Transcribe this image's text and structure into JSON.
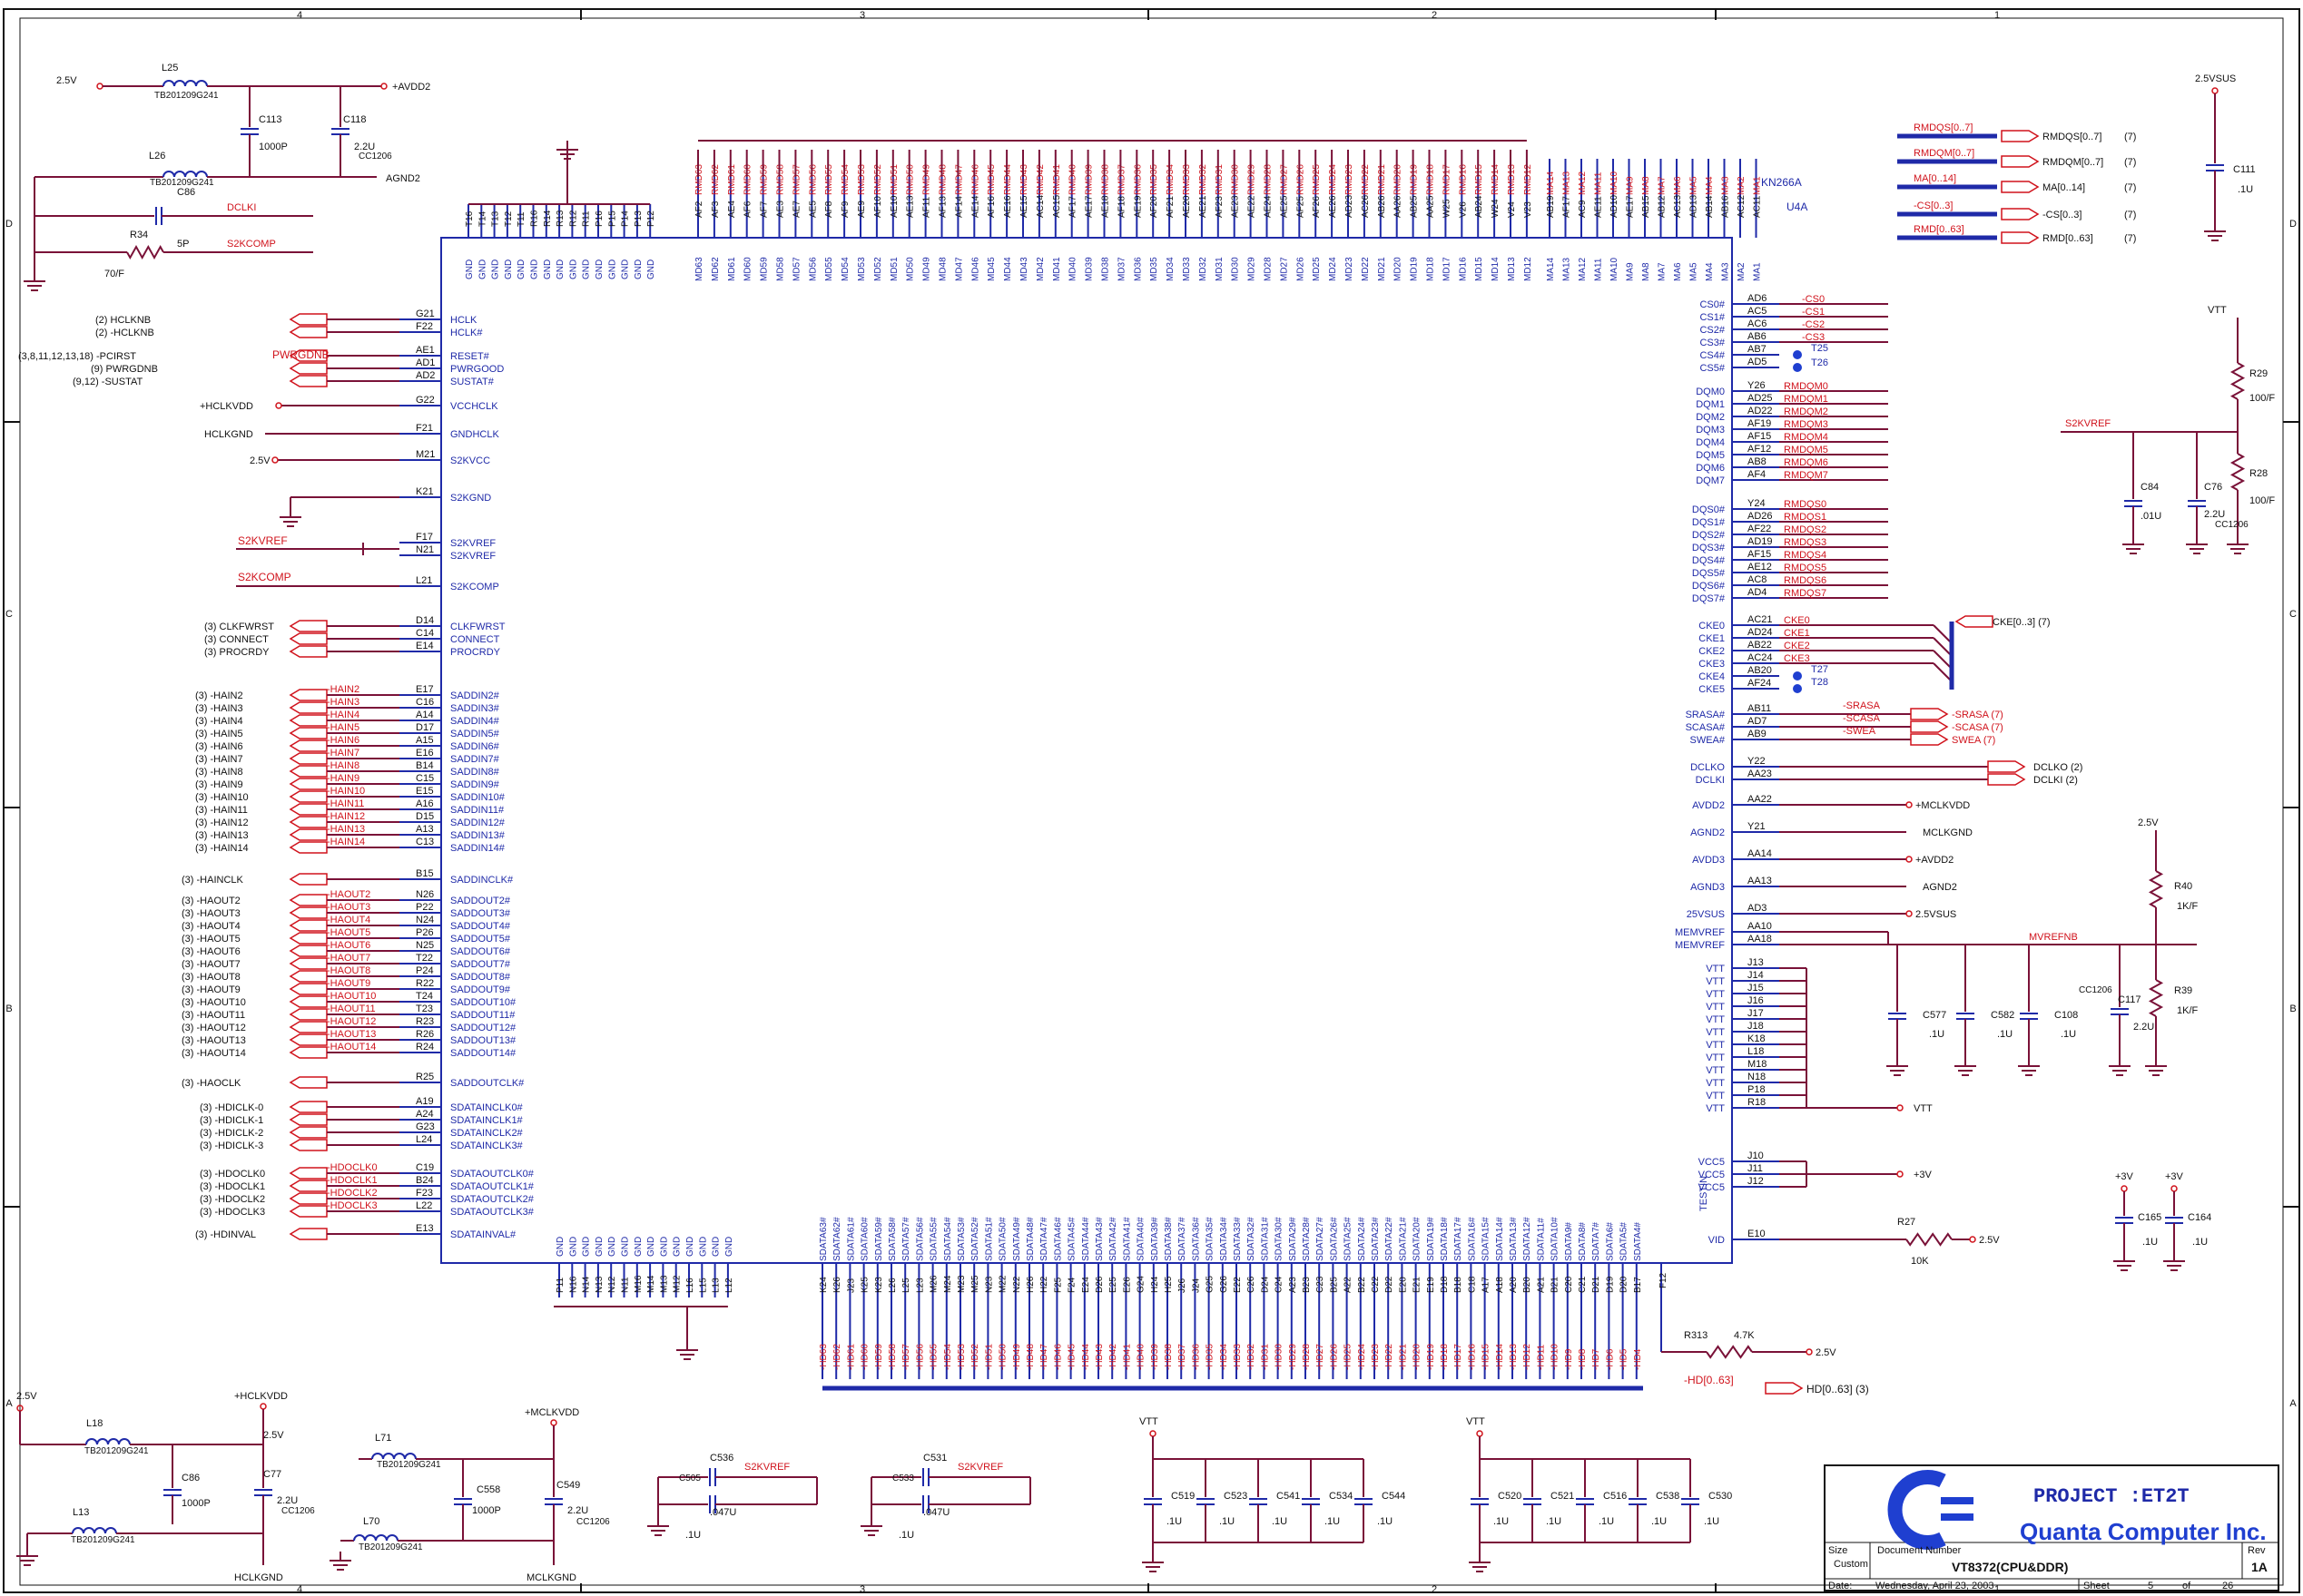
{
  "chip": {
    "model": "KN266A",
    "ref": "U4A",
    "gnd_label": "GND",
    "left_pins": [
      [
        "G21",
        "HCLK"
      ],
      [
        "F22",
        "HCLK#"
      ],
      [
        "AE1",
        "RESET#"
      ],
      [
        "AD1",
        "PWRGOOD"
      ],
      [
        "AD2",
        "SUSTAT#"
      ],
      [
        "G22",
        "VCCHCLK"
      ],
      [
        "F21",
        "GNDHCLK"
      ],
      [
        "M21",
        "S2KVCC"
      ],
      [
        "K21",
        "S2KGND"
      ],
      [
        "F17",
        "S2KVREF"
      ],
      [
        "N21",
        "S2KVREF"
      ],
      [
        "L21",
        "S2KCOMP"
      ],
      [
        "D14",
        "CLKFWRST"
      ],
      [
        "C14",
        "CONNECT"
      ],
      [
        "E14",
        "PROCRDY"
      ],
      [
        "E17",
        "SADDIN2#"
      ],
      [
        "C16",
        "SADDIN3#"
      ],
      [
        "A14",
        "SADDIN4#"
      ],
      [
        "D17",
        "SADDIN5#"
      ],
      [
        "A15",
        "SADDIN6#"
      ],
      [
        "E16",
        "SADDIN7#"
      ],
      [
        "B14",
        "SADDIN8#"
      ],
      [
        "C15",
        "SADDIN9#"
      ],
      [
        "E15",
        "SADDIN10#"
      ],
      [
        "A16",
        "SADDIN11#"
      ],
      [
        "D15",
        "SADDIN12#"
      ],
      [
        "A13",
        "SADDIN13#"
      ],
      [
        "C13",
        "SADDIN14#"
      ],
      [
        "B15",
        "SADDINCLK#"
      ],
      [
        "N26",
        "SADDOUT2#"
      ],
      [
        "P22",
        "SADDOUT3#"
      ],
      [
        "N24",
        "SADDOUT4#"
      ],
      [
        "P26",
        "SADDOUT5#"
      ],
      [
        "N25",
        "SADDOUT6#"
      ],
      [
        "T22",
        "SADDOUT7#"
      ],
      [
        "P24",
        "SADDOUT8#"
      ],
      [
        "R22",
        "SADDOUT9#"
      ],
      [
        "T24",
        "SADDOUT10#"
      ],
      [
        "T23",
        "SADDOUT11#"
      ],
      [
        "R23",
        "SADDOUT12#"
      ],
      [
        "R26",
        "SADDOUT13#"
      ],
      [
        "R24",
        "SADDOUT14#"
      ],
      [
        "R25",
        "SADDOUTCLK#"
      ],
      [
        "A19",
        "SDATAINCLK0#"
      ],
      [
        "A24",
        "SDATAINCLK1#"
      ],
      [
        "G23",
        "SDATAINCLK2#"
      ],
      [
        "L24",
        "SDATAINCLK3#"
      ],
      [
        "C19",
        "SDATAOUTCLK0#"
      ],
      [
        "B24",
        "SDATAOUTCLK1#"
      ],
      [
        "F23",
        "SDATAOUTCLK2#"
      ],
      [
        "L22",
        "SDATAOUTCLK3#"
      ],
      [
        "E13",
        "SDATAINVAL#"
      ]
    ],
    "right_pins": [
      [
        "AD6",
        "CS0#"
      ],
      [
        "AC5",
        "CS1#"
      ],
      [
        "AC6",
        "CS2#"
      ],
      [
        "AB6",
        "CS3#"
      ],
      [
        "AB7",
        "CS4#"
      ],
      [
        "AD5",
        "CS5#"
      ],
      [
        "Y26",
        "DQM0"
      ],
      [
        "AD25",
        "DQM1"
      ],
      [
        "AD22",
        "DQM2"
      ],
      [
        "AF19",
        "DQM3"
      ],
      [
        "AF15",
        "DQM4"
      ],
      [
        "AF12",
        "DQM5"
      ],
      [
        "AB8",
        "DQM6"
      ],
      [
        "AF4",
        "DQM7"
      ],
      [
        "Y24",
        "DQS0#"
      ],
      [
        "AD26",
        "DQS1#"
      ],
      [
        "AF22",
        "DQS2#"
      ],
      [
        "AD19",
        "DQS3#"
      ],
      [
        "AF15",
        "DQS4#"
      ],
      [
        "AE12",
        "DQS5#"
      ],
      [
        "AC8",
        "DQS6#"
      ],
      [
        "AD4",
        "DQS7#"
      ],
      [
        "AC21",
        "CKE0"
      ],
      [
        "AD24",
        "CKE1"
      ],
      [
        "AB22",
        "CKE2"
      ],
      [
        "AC24",
        "CKE3"
      ],
      [
        "AB20",
        "CKE4"
      ],
      [
        "AF24",
        "CKE5"
      ],
      [
        "AB11",
        "SRASA#"
      ],
      [
        "AD7",
        "SCASA#"
      ],
      [
        "AB9",
        "SWEA#"
      ],
      [
        "Y22",
        "DCLKO"
      ],
      [
        "AA23",
        "DCLKI"
      ],
      [
        "AA22",
        "AVDD2"
      ],
      [
        "Y21",
        "AGND2"
      ],
      [
        "AA14",
        "AVDD3"
      ],
      [
        "AA13",
        "AGND3"
      ],
      [
        "AD3",
        "25VSUS"
      ],
      [
        "AA10",
        "MEMVREF"
      ],
      [
        "AA18",
        "MEMVREF"
      ],
      [
        "J13",
        "VTT"
      ],
      [
        "J14",
        "VTT"
      ],
      [
        "J15",
        "VTT"
      ],
      [
        "J16",
        "VTT"
      ],
      [
        "J17",
        "VTT"
      ],
      [
        "J18",
        "VTT"
      ],
      [
        "K18",
        "VTT"
      ],
      [
        "L18",
        "VTT"
      ],
      [
        "M18",
        "VTT"
      ],
      [
        "N18",
        "VTT"
      ],
      [
        "P18",
        "VTT"
      ],
      [
        "R18",
        "VTT"
      ],
      [
        "J10",
        "VCC5"
      ],
      [
        "J11",
        "VCC5"
      ],
      [
        "J12",
        "VCC5"
      ],
      [
        "F12",
        "TESTIN"
      ],
      [
        "E10",
        "VID"
      ]
    ],
    "top_gnd_pins": [
      "T16",
      "T14",
      "T13",
      "T12",
      "T11",
      "R16",
      "R14",
      "R13",
      "R12",
      "R11",
      "P16",
      "P15",
      "P14",
      "P13",
      "P12"
    ],
    "top_md_balls": [
      "AF2",
      "AF3",
      "AE4",
      "AF6",
      "AF7",
      "AE3",
      "AE7",
      "AE5",
      "AF8",
      "AF9",
      "AE9",
      "AF10",
      "AE10",
      "AE13",
      "AF11",
      "AF13",
      "AF14",
      "AE14",
      "AF16",
      "AE16",
      "AE15",
      "AC14",
      "AC15",
      "AF17",
      "AE17",
      "AE18",
      "AF18",
      "AE19",
      "AF20",
      "AF21",
      "AE20",
      "AE21",
      "AF23",
      "AE23",
      "AE22",
      "AE24",
      "AE25",
      "AF25",
      "AF26",
      "AE26",
      "AD23",
      "AC26",
      "AB26",
      "AA26",
      "AB25",
      "AA25",
      "W25",
      "V26",
      "AB24",
      "W24",
      "V24",
      "V23"
    ],
    "top_md_nets": [
      "MD63",
      "MD62",
      "MD61",
      "MD60",
      "MD59",
      "MD58",
      "MD57",
      "MD56",
      "MD55",
      "MD54",
      "MD53",
      "MD52",
      "MD51",
      "MD50",
      "MD49",
      "MD48",
      "MD47",
      "MD46",
      "MD45",
      "MD44",
      "MD43",
      "MD42",
      "MD41",
      "MD40",
      "MD39",
      "MD38",
      "MD37",
      "MD36",
      "MD35",
      "MD34",
      "MD33",
      "MD32",
      "MD31",
      "MD30",
      "MD29",
      "MD28",
      "MD27",
      "MD26",
      "MD25",
      "MD24",
      "MD23",
      "MD22",
      "MD21",
      "MD20",
      "MD19",
      "MD18",
      "MD17",
      "MD16",
      "MD15",
      "MD14",
      "MD13",
      "MD12"
    ],
    "top_ma_balls": [
      "AB19",
      "AF17",
      "AC9",
      "AE11",
      "AD10",
      "AE17",
      "AB15",
      "AB12",
      "AC13",
      "AD13",
      "AB14",
      "AB16",
      "AC12",
      "AC11"
    ],
    "top_ma_nets": [
      "MA14",
      "MA13",
      "MA12",
      "MA11",
      "MA10",
      "MA9",
      "MA8",
      "MA7",
      "MA6",
      "MA5",
      "MA4",
      "MA3",
      "MA2",
      "MA1"
    ],
    "bot_gnd_balls": [
      "P11",
      "N16",
      "N14",
      "N13",
      "N12",
      "N11",
      "M16",
      "M14",
      "M13",
      "M12",
      "L16",
      "L15",
      "L13",
      "L12"
    ],
    "bot_sd_balls": [
      "K24",
      "K26",
      "J23",
      "K25",
      "K23",
      "L26",
      "L25",
      "L23",
      "M26",
      "M24",
      "M23",
      "M25",
      "N23",
      "M22",
      "N22",
      "H26",
      "H22",
      "F25",
      "F24",
      "E24",
      "D26",
      "E25",
      "E26",
      "G24",
      "H24",
      "H25",
      "J26",
      "J24",
      "G25",
      "G26",
      "E22",
      "C26",
      "D24",
      "C24",
      "A23",
      "B23",
      "C23",
      "B25",
      "A22",
      "B22",
      "C22",
      "D22",
      "E20",
      "E21",
      "E19",
      "D18",
      "B18",
      "C18",
      "A17",
      "A18",
      "A20",
      "B20",
      "A21",
      "B21",
      "C20",
      "C21",
      "D21",
      "D19",
      "D20",
      "B17"
    ],
    "bot_sd_nets": [
      "SDATA63#",
      "SDATA62#",
      "SDATA61#",
      "SDATA60#",
      "SDATA59#",
      "SDATA58#",
      "SDATA57#",
      "SDATA56#",
      "SDATA55#",
      "SDATA54#",
      "SDATA53#",
      "SDATA52#",
      "SDATA51#",
      "SDATA50#",
      "SDATA49#",
      "SDATA48#",
      "SDATA47#",
      "SDATA46#",
      "SDATA45#",
      "SDATA44#",
      "SDATA43#",
      "SDATA42#",
      "SDATA41#",
      "SDATA40#",
      "SDATA39#",
      "SDATA38#",
      "SDATA37#",
      "SDATA36#",
      "SDATA35#",
      "SDATA34#",
      "SDATA33#",
      "SDATA32#",
      "SDATA31#",
      "SDATA30#",
      "SDATA29#",
      "SDATA28#",
      "SDATA27#",
      "SDATA26#",
      "SDATA25#",
      "SDATA24#",
      "SDATA23#",
      "SDATA22#",
      "SDATA21#",
      "SDATA20#",
      "SDATA19#",
      "SDATA18#",
      "SDATA17#",
      "SDATA16#",
      "SDATA15#",
      "SDATA14#",
      "SDATA13#",
      "SDATA12#",
      "SDATA11#",
      "SDATA10#",
      "SDATA9#",
      "SDATA8#",
      "SDATA7#",
      "SDATA6#",
      "SDATA5#",
      "SDATA4#"
    ]
  },
  "left_nets": {
    "hclknb": "(2)  HCLKNB",
    "hclknb2": "(2)  -HCLKNB",
    "pcirst": "(3,8,11,12,13,18)  -PCIRST",
    "pwrgdnb": "(9)  PWRGDNB",
    "sustat": "(9,12)  -SUSTAT",
    "pwrgdnb_red": "PWRGDNB",
    "hclkvdd": "+HCLKVDD",
    "hclkgnd": "HCLKGND",
    "s2kvcc": "2.5V",
    "s2kvref": "S2KVREF",
    "s2kcomp": "S2KCOMP",
    "clkfwrst": "(3)  CLKFWRST",
    "connect": "(3)  CONNECT",
    "procrdy": "(3)  PROCRDY",
    "hain": [
      "(3)  -HAIN2",
      "(3)  -HAIN3",
      "(3)  -HAIN4",
      "(3)  -HAIN5",
      "(3)  -HAIN6",
      "(3)  -HAIN7",
      "(3)  -HAIN8",
      "(3)  -HAIN9",
      "(3)  -HAIN10",
      "(3)  -HAIN11",
      "(3)  -HAIN12",
      "(3)  -HAIN13",
      "(3)  -HAIN14"
    ],
    "hain_red": [
      "-HAIN2",
      "-HAIN3",
      "-HAIN4",
      "-HAIN5",
      "-HAIN6",
      "-HAIN7",
      "-HAIN8",
      "-HAIN9",
      "-HAIN10",
      "-HAIN11",
      "-HAIN12",
      "-HAIN13",
      "-HAIN14"
    ],
    "haincl": "(3)  -HAINCLK",
    "haout": [
      "(3)  -HAOUT2",
      "(3)  -HAOUT3",
      "(3)  -HAOUT4",
      "(3)  -HAOUT5",
      "(3)  -HAOUT6",
      "(3)  -HAOUT7",
      "(3)  -HAOUT8",
      "(3)  -HAOUT9",
      "(3)  -HAOUT10",
      "(3)  -HAOUT11",
      "(3)  -HAOUT12",
      "(3)  -HAOUT13",
      "(3)  -HAOUT14"
    ],
    "haout_red": [
      "-HAOUT2",
      "-HAOUT3",
      "-HAOUT4",
      "-HAOUT5",
      "-HAOUT6",
      "-HAOUT7",
      "-HAOUT8",
      "-HAOUT9",
      "-HAOUT10",
      "-HAOUT11",
      "-HAOUT12",
      "-HAOUT13",
      "-HAOUT14"
    ],
    "haoclk": "(3)  -HAOCLK",
    "hdiclk": [
      "(3)  -HDICLK-0",
      "(3)  -HDICLK-1",
      "(3)  -HDICLK-2",
      "(3)  -HDICLK-3"
    ],
    "hdoclk": [
      "(3)  -HDOCLK0",
      "(3)  -HDOCLK1",
      "(3)  -HDOCLK2",
      "(3)  -HDOCLK3"
    ],
    "hdoclk_red": [
      "-HDOCLK0",
      "-HDOCLK1",
      "-HDOCLK2",
      "-HDOCLK3"
    ],
    "hdinval": "(3)  -HDINVAL"
  },
  "right_nets": {
    "cs": [
      "-CS0",
      "-CS1",
      "-CS2",
      "-CS3"
    ],
    "t25": "T25",
    "t26": "T26",
    "t27": "T27",
    "t28": "T28",
    "rmdqm": [
      "RMDQM0",
      "RMDQM1",
      "RMDQM2",
      "RMDQM3",
      "RMDQM4",
      "RMDQM5",
      "RMDQM6",
      "RMDQM7"
    ],
    "rmdqs": [
      "RMDQS0",
      "RMDQS1",
      "RMDQS2",
      "RMDQS3",
      "RMDQS4",
      "RMDQS5",
      "RMDQS6",
      "RMDQS7"
    ],
    "cke": [
      "CKE0",
      "CKE1",
      "CKE2",
      "CKE3"
    ],
    "cke_bus": "CKE[0..3]  (7)",
    "srasa": [
      "-SRASA",
      "-SCASA",
      "-SWEA"
    ],
    "srasa_port": [
      "-SRASA  (7)",
      "-SCASA  (7)",
      "SWEA  (7)"
    ],
    "dclko": "DCLKO  (2)",
    "dclki": "DCLKI  (2)",
    "mclkvdd": "+MCLKVDD",
    "mclkgnd": "MCLKGND",
    "avdd2": "+AVDD2",
    "agnd2": "AGND2",
    "v25sus": "2.5VSUS",
    "mvrefnb": "MVREFNB",
    "vtt": "VTT",
    "p3v": "+3V",
    "v25": "2.5V",
    "hd_bus": "-HD[0..63]",
    "hd_port": "HD[0..63]  (3)"
  },
  "top_right": {
    "ports": [
      "RMDQS[0..7]",
      "RMDQM[0..7]",
      "MA[0..14]",
      "-CS[0..3]",
      "RMD[0..63]"
    ],
    "port_labels": [
      "RMDQS[0..7]",
      "RMDQM[0..7]",
      "MA[0..14]",
      "-CS[0..3]",
      "RMD[0..63]"
    ],
    "refs": [
      "(7)",
      "(7)",
      "(7)",
      "(7)",
      "(7)"
    ],
    "v25sus": "2.5VSUS",
    "c111": "C111",
    "c111v": ".1U"
  },
  "components": {
    "l25": "L25",
    "l25v": "TB201209G241",
    "v25a": "2.5V",
    "avdd2": "+AVDD2",
    "c113": "C113",
    "c113v": "1000P",
    "c118": "C118",
    "c118v": "2.2U",
    "c118p": "CC1206",
    "l26": "L26",
    "l26v": "TB201209G241",
    "agnd2": "AGND2",
    "c86top": "C86",
    "dclki": "DCLKI",
    "r34": "R34",
    "r34v": "70/F",
    "c5p": "5P",
    "s2kcomp": "S2KCOMP",
    "r29": "R29",
    "r29v": "100/F",
    "r28": "R28",
    "r28v": "100/F",
    "c84": "C84",
    "c84v": ".01U",
    "c76": "C76",
    "c76v": "2.2U",
    "c76p": "CC1206",
    "s2kvref": "S2KVREF",
    "r40": "R40",
    "r40v": "1K/F",
    "r39": "R39",
    "r39v": "1K/F",
    "c117": "C117",
    "c117v": "2.2U",
    "c117p": "CC1206",
    "c577": "C577",
    "c582": "C582",
    "c108": "C108",
    "cv1u": ".1U",
    "c165": "C165",
    "c164": "C164",
    "r27": "R27",
    "r27v": "10K",
    "r313": "R313",
    "r313v": "4.7K",
    "l18": "L18",
    "l18v": "TB201209G241",
    "c86": "C86",
    "c86v": "1000P",
    "c77": "C77",
    "c77v": "2.2U",
    "c77p": "CC1206",
    "l13": "L13",
    "l13v": "TB201209G241",
    "hclkvdd": "+HCLKVDD",
    "hclkgnd": "HCLKGND",
    "l71": "L71",
    "l71v": "TB201209G241",
    "c558": "C558",
    "c558v": "1000P",
    "c549": "C549",
    "c549v": "2.2U",
    "c549p": "CC1206",
    "l70": "L70",
    "l70v": "TB201209G241",
    "mclkvdd": "+MCLKVDD",
    "mclkgnd": "MCLKGND",
    "c536": "C536",
    "c505": "C505",
    "c536v": ".047U",
    "c531": "C531",
    "c533": "C533",
    "c531v": ".047U",
    "c519": "C519",
    "c523": "C523",
    "c541": "C541",
    "c534": "C534",
    "c544": "C544",
    "c520": "C520",
    "c521": "C521",
    "c516": "C516",
    "c538": "C538",
    "c530": "C530"
  },
  "title_block": {
    "project": "PROJECT :ET2T",
    "company": "Quanta Computer Inc.",
    "size_label": "Size",
    "size": "Custom",
    "docnum_label": "Document Number",
    "docnum": "VT8372(CPU&DDR)",
    "rev_label": "Rev",
    "rev": "1A",
    "date_label": "Date:",
    "date": "Wednesday, April 23, 2003",
    "sheet_label": "Sheet",
    "sheet": "5",
    "of_label": "of",
    "of": "26"
  },
  "border": {
    "cols": [
      "4",
      "3",
      "2",
      "1"
    ],
    "rows": [
      "D",
      "C",
      "B",
      "A"
    ]
  },
  "colors": {
    "wire": "#7a1238",
    "net_red": "#d0121b",
    "pin_blue": "#1f2aa8",
    "text": "#111111"
  }
}
